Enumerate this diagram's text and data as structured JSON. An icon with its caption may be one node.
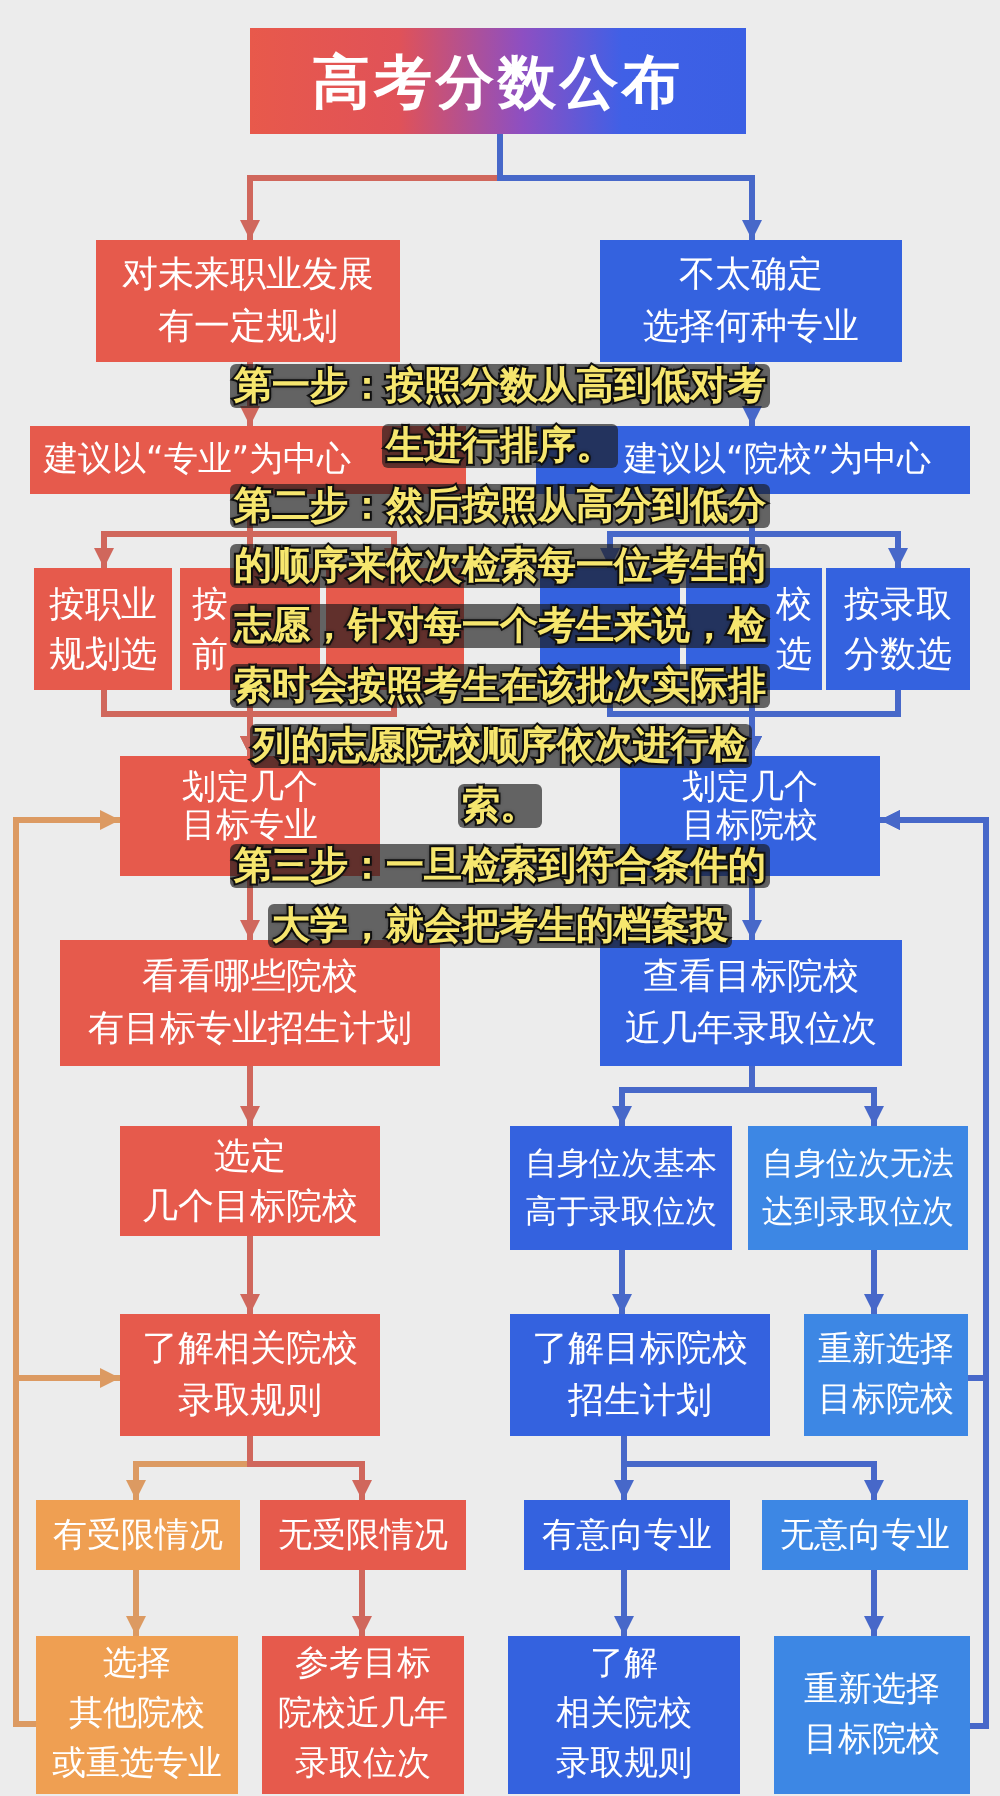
{
  "diagram": {
    "nodes": [
      {
        "text": [
          "高考分数公布"
        ]
      },
      {
        "text": [
          "对未来职业发展有一定规划"
        ]
      },
      {
        "text": [
          "不太确定选择何种专业"
        ]
      },
      {
        "text": [
          "建议以“专业”为中心"
        ]
      },
      {
        "text": [
          "建议以“院校”为中心"
        ]
      },
      {
        "text": [
          "按职业规划选"
        ]
      },
      {
        "text": [
          "按",
          "前"
        ]
      },
      {
        "text": [],
        "shape": "box"
      },
      {
        "text": [],
        "shape": "box"
      },
      {
        "text": [
          "校",
          "选"
        ]
      },
      {
        "text": [
          "按录取分数选"
        ]
      },
      {
        "text": [
          "划定几个目标专业"
        ]
      },
      {
        "text": [
          "划定几个目标院校"
        ]
      },
      {
        "text": [
          "看看哪些院校有目标专业招生计划"
        ]
      },
      {
        "text": [
          "查看目标院校近几年录取位次"
        ]
      },
      {
        "text": [
          "选定几个目标院校"
        ]
      },
      {
        "text": [
          "自身位次基本高于录取位次"
        ]
      },
      {
        "text": [
          "自身位次无法达到录取位次"
        ]
      },
      {
        "text": [
          "了解相关院校录取规则"
        ]
      },
      {
        "text": [
          "了解目标院校招生计划"
        ]
      },
      {
        "text": [
          "重新选择目标院校"
        ]
      },
      {
        "text": [
          "有受限情况"
        ]
      },
      {
        "text": [
          "无受限情况"
        ]
      },
      {
        "text": [
          "有意向专业"
        ]
      },
      {
        "text": [
          "无意向专业"
        ]
      },
      {
        "text": [
          "选择其他院校或重选专业"
        ]
      },
      {
        "text": [
          "参考目标院校近几年录取位次"
        ]
      },
      {
        "text": [
          "了解相关院校录取规则"
        ]
      },
      {
        "text": [
          "重新选择目标院校"
        ]
      }
    ],
    "edges": [
      {
        "from": 0,
        "to": 1,
        "arrow": "to",
        "color": "#d0675c"
      },
      {
        "from": 0,
        "to": 2,
        "arrow": "to"
      },
      {
        "from": 1,
        "to": 3,
        "arrow": "to",
        "color": "#d0675c"
      },
      {
        "from": 2,
        "to": 4,
        "arrow": "to"
      },
      {
        "from": 3,
        "to": 5,
        "arrow": "to",
        "color": "#d0675c"
      },
      {
        "from": 3,
        "to": 6,
        "arrow": "to",
        "color": "#d0675c"
      },
      {
        "from": 3,
        "to": 7,
        "arrow": "to",
        "color": "#d0675c"
      },
      {
        "from": 4,
        "to": 8,
        "arrow": "to"
      },
      {
        "from": 4,
        "to": 9,
        "arrow": "to"
      },
      {
        "from": 4,
        "to": 10,
        "arrow": "to"
      },
      {
        "from": 5,
        "to": 11,
        "arrow": "to",
        "color": "#d0675c"
      },
      {
        "from": 6,
        "to": 11,
        "arrow": "to",
        "color": "#d0675c"
      },
      {
        "from": 7,
        "to": 11,
        "arrow": "to",
        "color": "#d0675c"
      },
      {
        "from": 8,
        "to": 12,
        "arrow": "to"
      },
      {
        "from": 9,
        "to": 12,
        "arrow": "to"
      },
      {
        "from": 10,
        "to": 12,
        "arrow": "to"
      },
      {
        "from": 11,
        "to": 13,
        "arrow": "to",
        "color": "#d0675c"
      },
      {
        "from": 12,
        "to": 14,
        "arrow": "to"
      },
      {
        "from": 13,
        "to": 15,
        "arrow": "to",
        "color": "#d0675c"
      },
      {
        "from": 14,
        "to": 16,
        "arrow": "to"
      },
      {
        "from": 14,
        "to": 17,
        "arrow": "to"
      },
      {
        "from": 15,
        "to": 18,
        "arrow": "to",
        "color": "#d0675c"
      },
      {
        "from": 16,
        "to": 19,
        "arrow": "to"
      },
      {
        "from": 17,
        "to": 20,
        "arrow": "to"
      },
      {
        "from": 20,
        "to": 12,
        "arrow": "to"
      },
      {
        "from": 18,
        "to": 21,
        "arrow": "to",
        "color": "#dc9a62"
      },
      {
        "from": 18,
        "to": 22,
        "arrow": "to",
        "color": "#d0675c"
      },
      {
        "from": 19,
        "to": 23,
        "arrow": "to"
      },
      {
        "from": 19,
        "to": 24,
        "arrow": "to"
      },
      {
        "from": 21,
        "to": 25,
        "arrow": "to",
        "color": "#dc9a62"
      },
      {
        "from": 22,
        "to": 26,
        "arrow": "to",
        "color": "#d0675c"
      },
      {
        "from": 23,
        "to": 27,
        "arrow": "to"
      },
      {
        "from": 24,
        "to": 28,
        "arrow": "to"
      },
      {
        "from": 25,
        "to": 11,
        "arrow": "to",
        "color": "#dc9a62"
      },
      {
        "from": 25,
        "to": 18,
        "arrow": "to",
        "color": "#dc9a62"
      },
      {
        "from": 28,
        "to": 12,
        "arrow": "to"
      }
    ],
    "labels": [
      "第一步：按照分数从高到低对考生进行排序。",
      "第二步：然后按照从高分到低分的顺序来依次检索每一位考生的志愿，针对每一个考生来说，检索时会按照考生在该批次实际排列的志愿院校顺序依次进行检索。",
      "第三步：一旦检索到符合条件的大学，就会把考生的档案投"
    ]
  }
}
